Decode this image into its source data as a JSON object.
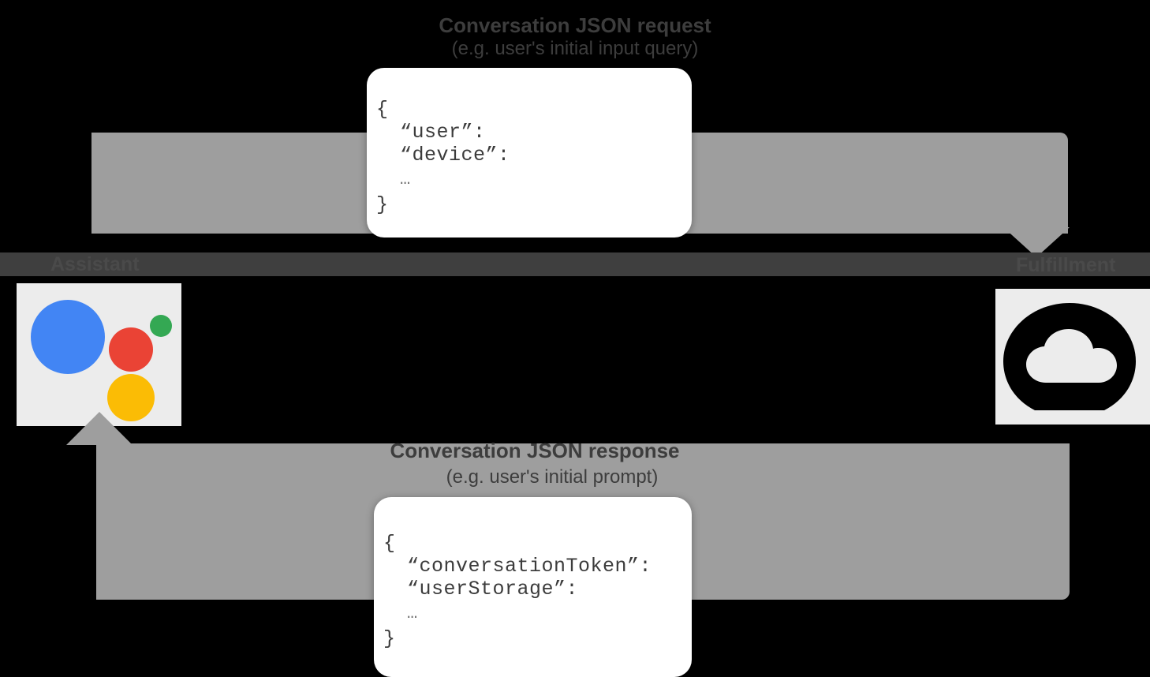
{
  "diagram": {
    "title_request": "Conversation JSON request",
    "subtitle_request": "(e.g. user's initial input query)",
    "title_response": "Conversation JSON response",
    "subtitle_response": "(e.g. user's initial prompt)"
  },
  "nodes": {
    "assistant": {
      "label": "Assistant",
      "icon": "google-assistant-logo",
      "dots": [
        {
          "name": "blue-dot",
          "color": "#4285f4"
        },
        {
          "name": "red-dot",
          "color": "#ea4335"
        },
        {
          "name": "green-dot",
          "color": "#34a853"
        },
        {
          "name": "yellow-dot",
          "color": "#fbbc05"
        }
      ]
    },
    "fulfillment": {
      "label": "Fulfillment",
      "icon": "cloud-functions-icon"
    }
  },
  "json_request": {
    "open_brace": "{",
    "key_user": "“user”:",
    "key_device": "“device”:",
    "ellipsis": "…",
    "close_brace": "}"
  },
  "json_response": {
    "open_brace": "{",
    "key_conversation_token": "“conversationToken”:",
    "key_user_storage": "“userStorage”:",
    "ellipsis": "…",
    "close_brace": "}"
  },
  "colors": {
    "band": "#9e9e9e",
    "strip": "#3f3f3f",
    "tile": "#ececec",
    "card": "#ffffff",
    "text": "#3d3d3d",
    "background": "#000000"
  }
}
